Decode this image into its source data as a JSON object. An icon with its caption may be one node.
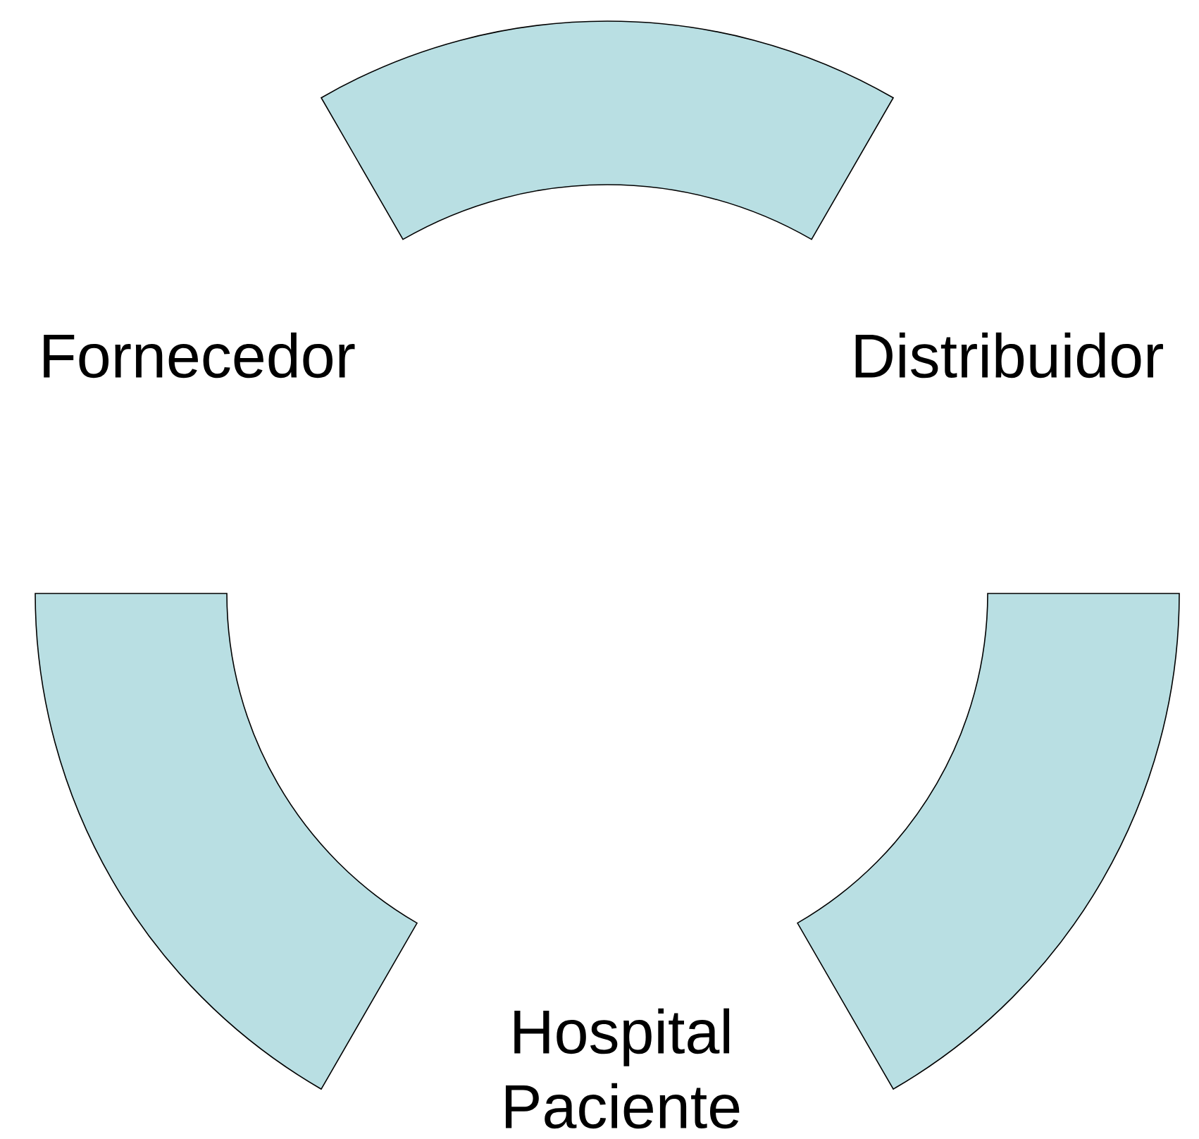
{
  "diagram": {
    "nodes": [
      {
        "text": [],
        "shape": "arc"
      },
      {
        "text": [],
        "shape": "arc"
      },
      {
        "text": [],
        "shape": "arc"
      }
    ],
    "labels": [
      "Fornecedor",
      "Distribuidor",
      "Hospital Paciente"
    ]
  }
}
